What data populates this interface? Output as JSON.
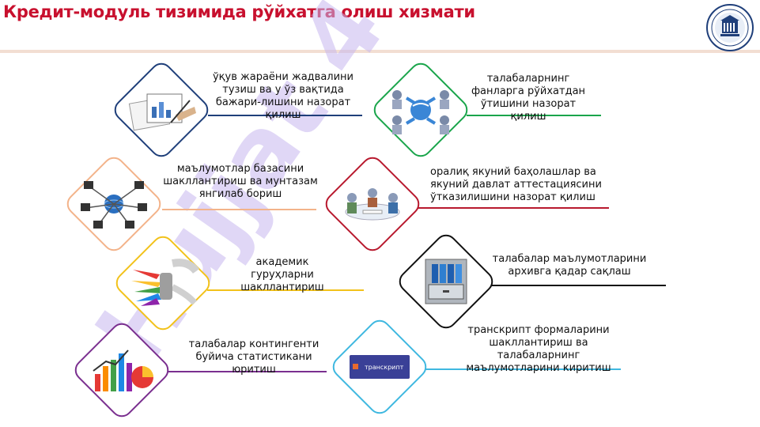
{
  "title": "Кредит-модуль тизимида рўйхатга олиш хизмати",
  "watermark": "Hujjat 4",
  "colors": {
    "title": "#c8102e",
    "navy": "#1f3f7a",
    "green": "#1aa54b",
    "peach": "#f3b38a",
    "crimson": "#b8192e",
    "gold": "#f2c21b",
    "black": "#111111",
    "purple": "#7a2f8f",
    "cyan": "#3fb8e0"
  },
  "items": [
    {
      "label": "ўқув жараёни жадвалини тузиш ва у ўз вақтида бажари-лишини назорат қилиш",
      "color": "navy",
      "icon": "documents-hands-icon"
    },
    {
      "label": "талабаларнинг фанларга рўйхатдан ўтишини назорат қилиш",
      "color": "green",
      "icon": "network-people-icon"
    },
    {
      "label": "маълумотлар базасини шакллантириш ва мунтазам янгилаб бориш",
      "color": "peach",
      "icon": "database-network-icon"
    },
    {
      "label": "оралиқ якуний баҳолашлар ва якуний давлат аттестациясини ўтказилишини назорат қилиш",
      "color": "crimson",
      "icon": "meeting-people-icon"
    },
    {
      "label": "академик гуруҳларни шакллантириш",
      "color": "gold",
      "icon": "colorful-arrows-icon"
    },
    {
      "label": "талабалар маълумотларини архивга қадар сақлаш",
      "color": "black",
      "icon": "archive-cabinet-icon"
    },
    {
      "label": "талабалар контингенти буйича статистикани юритиш",
      "color": "purple",
      "icon": "statistics-chart-icon"
    },
    {
      "label": "транскрипт формаларини шакллантириш ва талабаларнинг маълумотларини киритиш",
      "color": "cyan",
      "icon": "transcript-icon",
      "badge": "транскрипт"
    }
  ]
}
